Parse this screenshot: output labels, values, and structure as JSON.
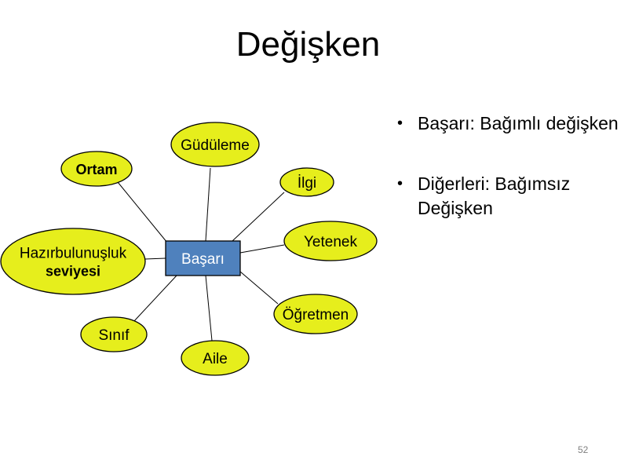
{
  "title": "Değişken",
  "diagram": {
    "center": {
      "label": "Başarı"
    },
    "nodes": [
      {
        "id": "gudulme",
        "lines": [
          "Güdüleme"
        ],
        "bold": false
      },
      {
        "id": "ortam",
        "lines": [
          "Ortam"
        ],
        "bold": true
      },
      {
        "id": "ilgi",
        "lines": [
          "İlgi"
        ],
        "bold": false
      },
      {
        "id": "hazirbulunusluk",
        "lines": [
          "Hazırbulunuşluk",
          "seviyesi"
        ],
        "bold": false
      },
      {
        "id": "yetenek",
        "lines": [
          "Yetenek"
        ],
        "bold": false
      },
      {
        "id": "ogretmen",
        "lines": [
          "Öğretmen"
        ],
        "bold": false
      },
      {
        "id": "sinif",
        "lines": [
          "Sınıf"
        ],
        "bold": false
      },
      {
        "id": "aile",
        "lines": [
          "Aile"
        ],
        "bold": false
      }
    ]
  },
  "bullets": [
    {
      "text": "Başarı: Bağımlı değişken"
    },
    {
      "text": "Diğerleri: Bağımsız Değişken"
    }
  ],
  "bullet_glyph": "•",
  "page_number": "52",
  "colors": {
    "node_fill": "#e6ee1c",
    "center_fill": "#4f81bd",
    "center_text": "#ffffff"
  }
}
